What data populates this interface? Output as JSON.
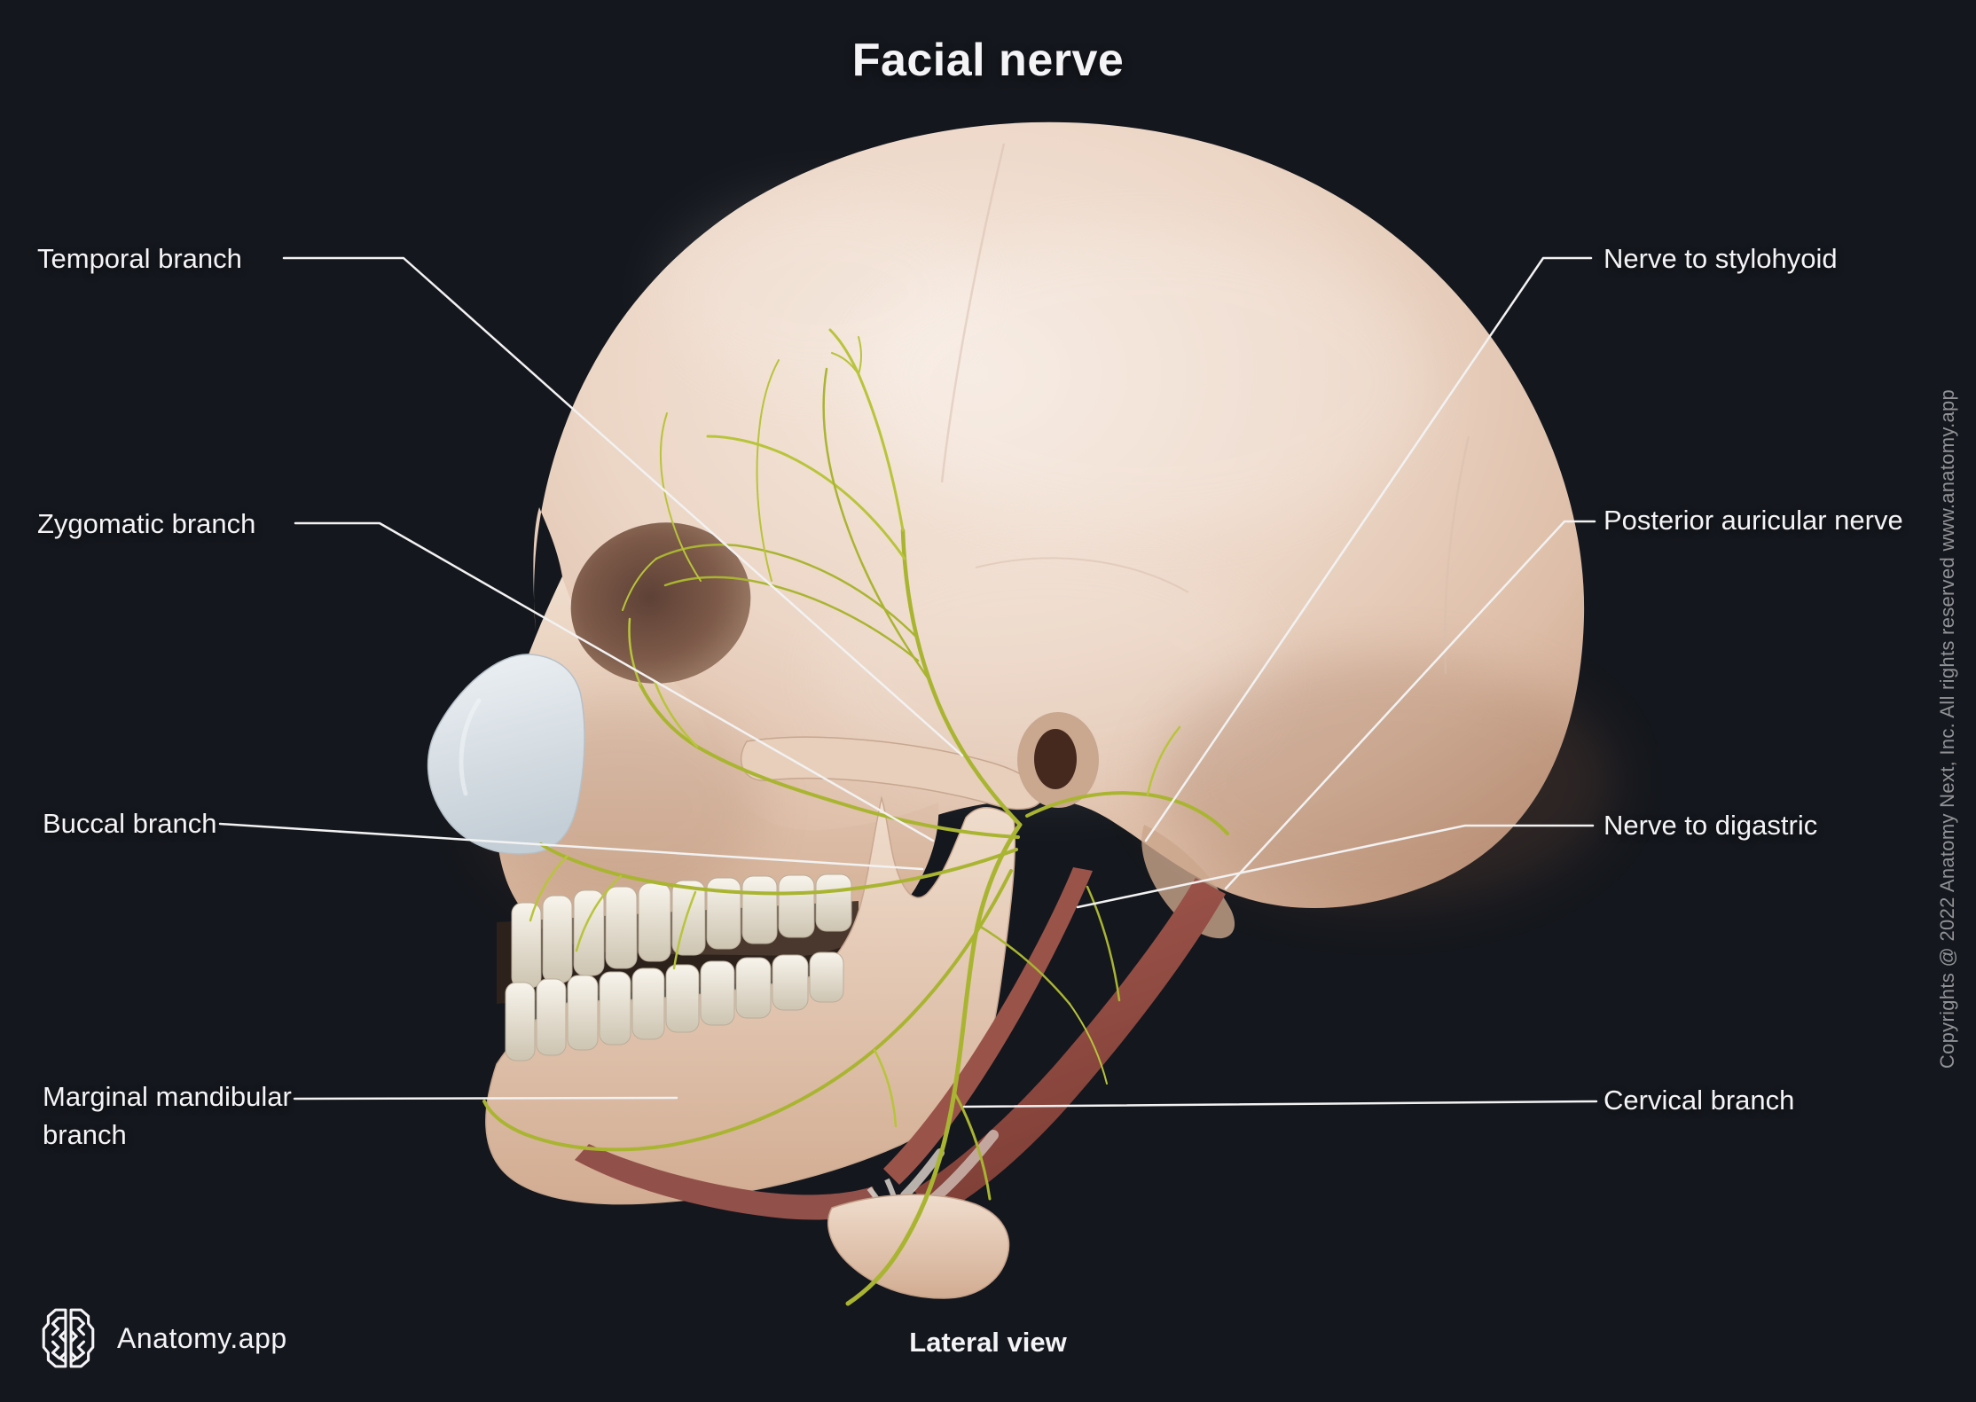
{
  "title": "Facial nerve",
  "view_label": "Lateral view",
  "branding": {
    "logo_text": "Anatomy.app",
    "logo_icon": "brain-icon"
  },
  "copyright_vertical": "Copyrights @ 2022 Anatomy Next, Inc. All rights reserved www.anatomy.app",
  "labels": {
    "left": [
      {
        "id": "temporal-branch",
        "text": "Temporal branch"
      },
      {
        "id": "zygomatic-branch",
        "text": "Zygomatic branch"
      },
      {
        "id": "buccal-branch",
        "text": "Buccal branch"
      },
      {
        "id": "marginal-mandibular-branch",
        "text": "Marginal mandibular branch"
      }
    ],
    "right": [
      {
        "id": "nerve-to-stylohyoid",
        "text": "Nerve to stylohyoid"
      },
      {
        "id": "posterior-auricular-nerve",
        "text": "Posterior auricular nerve"
      },
      {
        "id": "nerve-to-digastric",
        "text": "Nerve to digastric"
      },
      {
        "id": "cervical-branch",
        "text": "Cervical branch"
      }
    ]
  },
  "colors": {
    "background": "#14171d",
    "label_text": "#f4f4f6",
    "leader_line": "#f2f2f2",
    "nerve": "#a9b531",
    "bone_light": "#f3e4da",
    "bone_dark": "#c9a58e",
    "muscle": "#9b544a",
    "cartilage": "#dde4e9",
    "copyright_text": "#909296"
  }
}
